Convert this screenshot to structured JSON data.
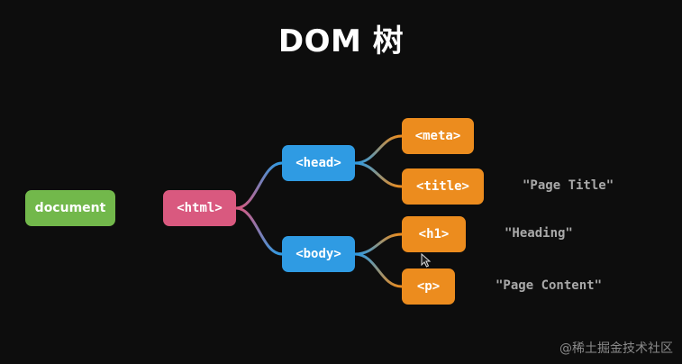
{
  "title": "DOM 树",
  "colors": {
    "document": "#72b84b",
    "html": "#d9597f",
    "head_body": "#2f9be3",
    "leaf": "#ec8c1e",
    "text": "#a9a9a9",
    "background": "#0d0d0d"
  },
  "nodes": {
    "document": "document",
    "html": "<html>",
    "head": "<head>",
    "body": "<body>",
    "meta": "<meta>",
    "title": "<title>",
    "h1": "<h1>",
    "p": "<p>"
  },
  "text_nodes": {
    "page_title": "\"Page Title\"",
    "heading": "\"Heading\"",
    "page_content": "\"Page Content\""
  },
  "watermark": "@稀土掘金技术社区",
  "cursor_icon": "arrow-cursor-icon"
}
